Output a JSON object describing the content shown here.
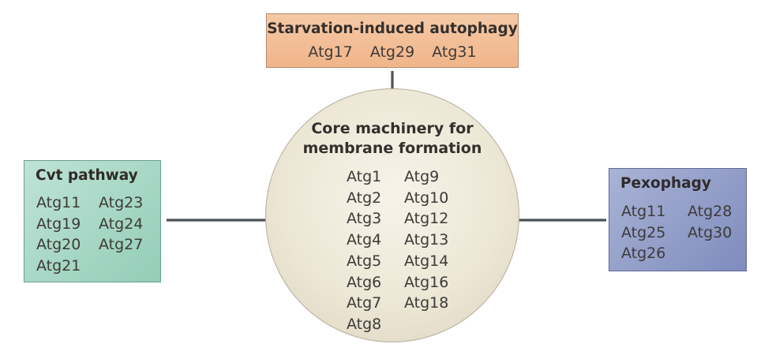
{
  "core": {
    "title_line1": "Core machinery for",
    "title_line2": "membrane formation",
    "col_a": [
      "Atg1",
      "Atg2",
      "Atg3",
      "Atg4",
      "Atg5",
      "Atg6",
      "Atg7",
      "Atg8"
    ],
    "col_b": [
      "Atg9",
      "Atg10",
      "Atg12",
      "Atg13",
      "Atg14",
      "Atg16",
      "Atg18"
    ]
  },
  "starvation": {
    "title": "Starvation-induced autophagy",
    "items": [
      "Atg17",
      "Atg29",
      "Atg31"
    ]
  },
  "cvt": {
    "title": "Cvt pathway",
    "col1": [
      "Atg11",
      "Atg19",
      "Atg20",
      "Atg21"
    ],
    "col2": [
      "Atg23",
      "Atg24",
      "Atg27"
    ]
  },
  "pexophagy": {
    "title": "Pexophagy",
    "col1": [
      "Atg11",
      "Atg25",
      "Atg26"
    ],
    "col2": [
      "Atg28",
      "Atg30"
    ]
  },
  "colors": {
    "starvation_fill": "#f0b58a",
    "cvt_fill": "#93cdb8",
    "pexophagy_fill": "#7f8cbd",
    "core_fill": "#ede7d6",
    "arrow": "#4a5258"
  }
}
